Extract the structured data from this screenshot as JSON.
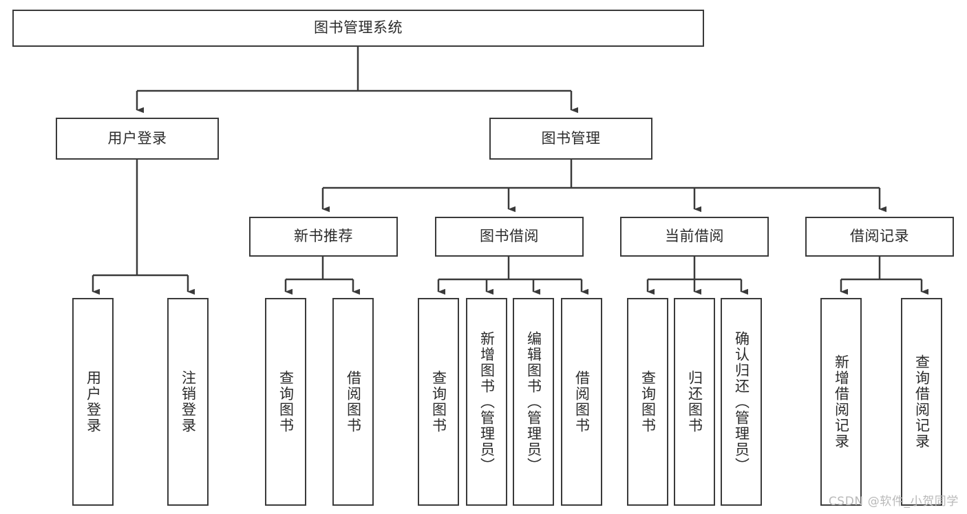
{
  "diagram": {
    "title": "图书管理系统",
    "type": "tree-hierarchy",
    "watermark": "CSDN @软件_小贺同学",
    "colors": {
      "background": "#ffffff",
      "box_border": "#3a3a3a",
      "box_fill": "#ffffff",
      "text": "#2b2b2b",
      "edge": "#3a3a3a",
      "watermark": "#b9b9b9"
    },
    "levels": [
      {
        "level": 1,
        "nodes": [
          {
            "id": "root",
            "label": "图书管理系统",
            "orientation": "horizontal"
          }
        ]
      },
      {
        "level": 2,
        "nodes": [
          {
            "id": "login",
            "label": "用户登录",
            "orientation": "horizontal",
            "parent": "root"
          },
          {
            "id": "bookmgmt",
            "label": "图书管理",
            "orientation": "horizontal",
            "parent": "root"
          }
        ]
      },
      {
        "level": 3,
        "nodes": [
          {
            "id": "newrec",
            "label": "新书推荐",
            "orientation": "horizontal",
            "parent": "bookmgmt"
          },
          {
            "id": "borrow",
            "label": "图书借阅",
            "orientation": "horizontal",
            "parent": "bookmgmt"
          },
          {
            "id": "current",
            "label": "当前借阅",
            "orientation": "horizontal",
            "parent": "bookmgmt"
          },
          {
            "id": "records",
            "label": "借阅记录",
            "orientation": "horizontal",
            "parent": "bookmgmt"
          }
        ]
      },
      {
        "level": 4,
        "nodes": [
          {
            "id": "leaf1",
            "label": "用户登录",
            "orientation": "vertical",
            "parent": "login"
          },
          {
            "id": "leaf2",
            "label": "注销登录",
            "orientation": "vertical",
            "parent": "login"
          },
          {
            "id": "leaf3",
            "label": "查询图书",
            "orientation": "vertical",
            "parent": "newrec"
          },
          {
            "id": "leaf4",
            "label": "借阅图书",
            "orientation": "vertical",
            "parent": "newrec"
          },
          {
            "id": "leaf5",
            "label": "查询图书",
            "orientation": "vertical",
            "parent": "borrow"
          },
          {
            "id": "leaf6",
            "label": "新增图书（管理员）",
            "orientation": "vertical",
            "parent": "borrow"
          },
          {
            "id": "leaf7",
            "label": "编辑图书（管理员）",
            "orientation": "vertical",
            "parent": "borrow"
          },
          {
            "id": "leaf8",
            "label": "借阅图书",
            "orientation": "vertical",
            "parent": "borrow"
          },
          {
            "id": "leaf9",
            "label": "查询图书",
            "orientation": "vertical",
            "parent": "current"
          },
          {
            "id": "leaf10",
            "label": "归还图书",
            "orientation": "vertical",
            "parent": "current"
          },
          {
            "id": "leaf11",
            "label": "确认归还（管理员）",
            "orientation": "vertical",
            "parent": "current"
          },
          {
            "id": "leaf12",
            "label": "新增借阅记录",
            "orientation": "vertical",
            "parent": "records"
          },
          {
            "id": "leaf13",
            "label": "查询借阅记录",
            "orientation": "vertical",
            "parent": "records"
          }
        ]
      }
    ]
  }
}
